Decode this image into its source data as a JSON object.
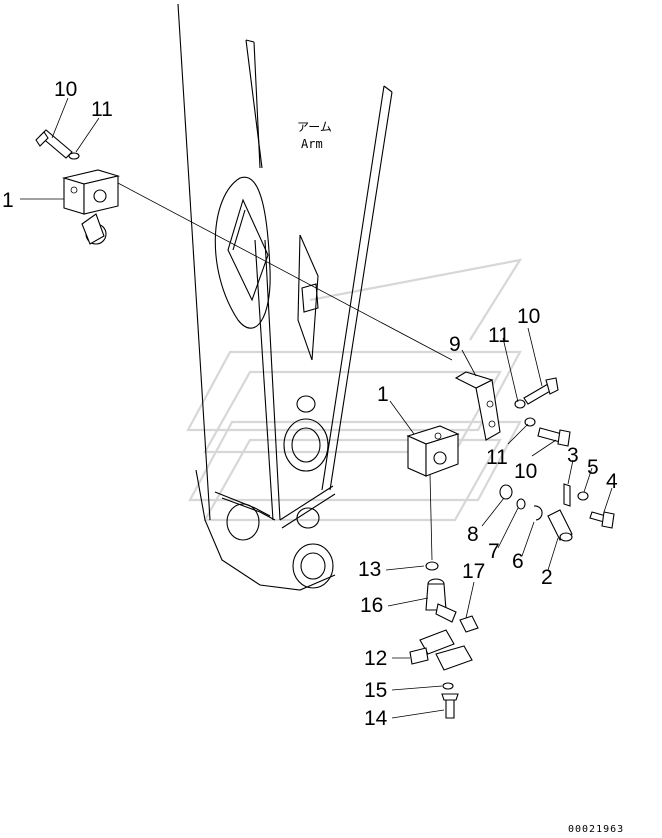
{
  "arm_label": {
    "jp": "アーム",
    "en": "Arm"
  },
  "drawing_code": "00021963",
  "callouts": {
    "c1_top": "1",
    "c10_top": "10",
    "c11_top": "11",
    "c9": "9",
    "c11_right": "11",
    "c10_right": "10",
    "c1_mid": "1",
    "c11_low": "11",
    "c10_low": "10",
    "c3": "3",
    "c5": "5",
    "c4": "4",
    "c8": "8",
    "c7": "7",
    "c6": "6",
    "c2": "2",
    "c13": "13",
    "c17": "17",
    "c16": "16",
    "c12": "12",
    "c15": "15",
    "c14": "14"
  }
}
